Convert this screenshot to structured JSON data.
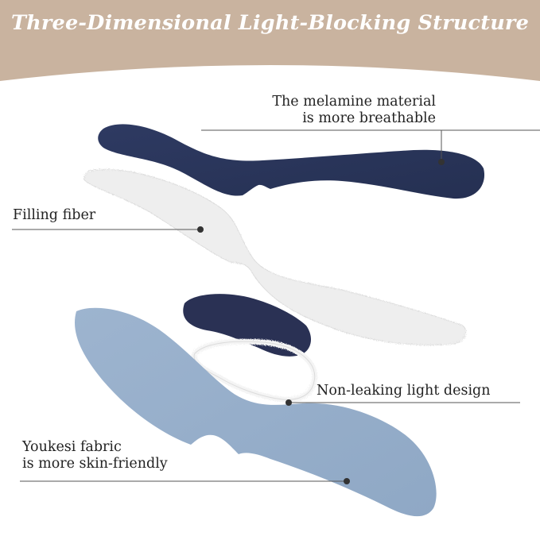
{
  "title": "Three-Dimensional Light-Blocking Structure",
  "colors": {
    "header_band": "#c9b39f",
    "title_text": "#ffffff",
    "melamine_layer": "#2b3558",
    "filling_fiber": "#efefef",
    "eye_cup": "#2a3154",
    "fabric_layer": "#98b0cc",
    "leader_line": "#555555",
    "label_text": "#222222"
  },
  "callouts": [
    {
      "id": "melamine",
      "lines": [
        "The melamine material",
        "is more breathable"
      ]
    },
    {
      "id": "filling",
      "lines": [
        "Filling fiber"
      ]
    },
    {
      "id": "nonleaking",
      "lines": [
        "Non-leaking light design"
      ]
    },
    {
      "id": "fabric",
      "lines": [
        "Youkesi fabric",
        "is more skin-friendly"
      ]
    }
  ]
}
